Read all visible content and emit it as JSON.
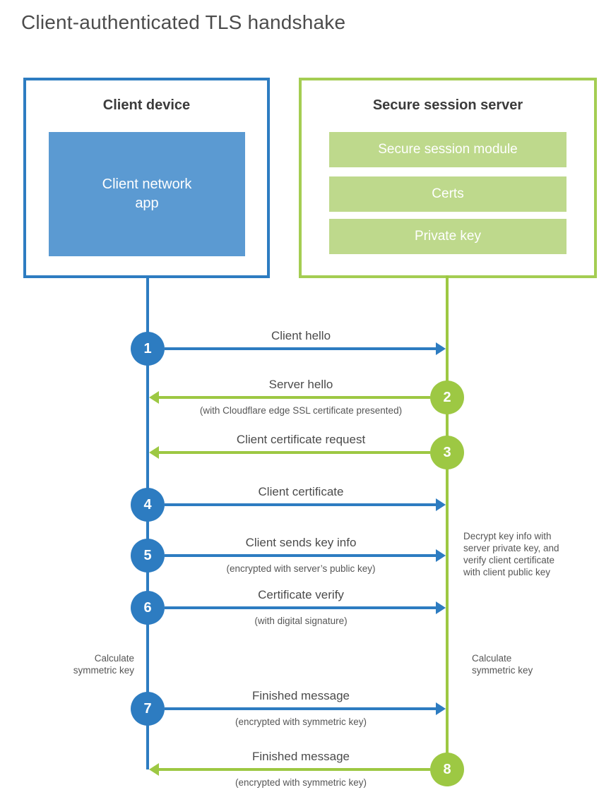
{
  "title": "Client-authenticated TLS handshake",
  "colors": {
    "blue": "#2d7cc1",
    "blue_light": "#5b9ad2",
    "green": "#9dc843",
    "green_border": "#a4cd52",
    "green_light": "#bed98c"
  },
  "client_box": {
    "title": "Client device",
    "app_label": "Client network\napp"
  },
  "server_box": {
    "title": "Secure session server",
    "modules": [
      "Secure session module",
      "Certs",
      "Private key"
    ]
  },
  "steps": [
    {
      "num": "1",
      "direction": "right",
      "label": "Client hello",
      "sub": ""
    },
    {
      "num": "2",
      "direction": "left",
      "label": "Server hello",
      "sub": "(with Cloudflare edge SSL certificate presented)"
    },
    {
      "num": "3",
      "direction": "left",
      "label": "Client certificate request",
      "sub": ""
    },
    {
      "num": "4",
      "direction": "right",
      "label": "Client certificate",
      "sub": ""
    },
    {
      "num": "5",
      "direction": "right",
      "label": "Client sends key info",
      "sub": "(encrypted with server’s public key)"
    },
    {
      "num": "6",
      "direction": "right",
      "label": "Certificate verify",
      "sub": "(with digital signature)"
    },
    {
      "num": "7",
      "direction": "right",
      "label": "Finished message",
      "sub": "(encrypted with symmetric key)"
    },
    {
      "num": "8",
      "direction": "left",
      "label": "Finished message",
      "sub": "(encrypted with symmetric key)"
    }
  ],
  "notes": {
    "decrypt": "Decrypt key info with\nserver private key, and\nverify client certificate\nwith client public key",
    "calc_left": "Calculate\nsymmetric key",
    "calc_right": "Calculate\nsymmetric key"
  }
}
